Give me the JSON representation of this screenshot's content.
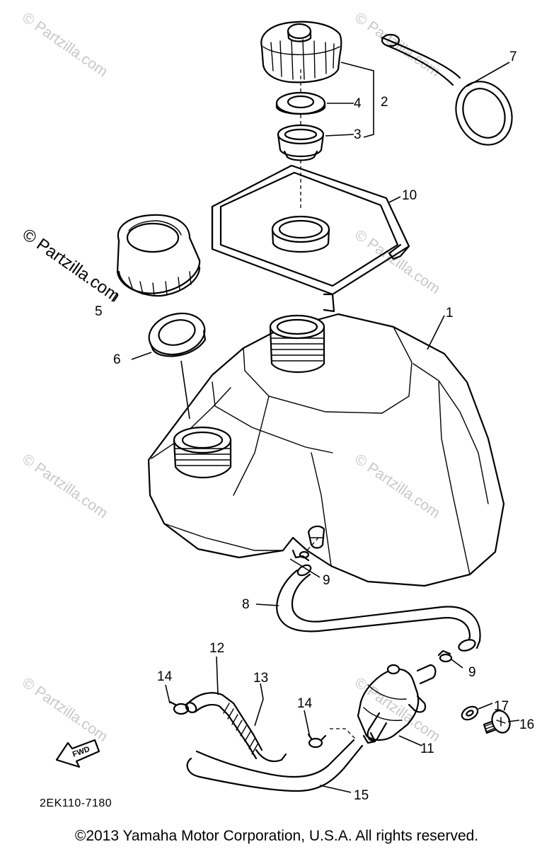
{
  "diagram": {
    "watermarks": [
      "© Partzilla.com",
      "© Partzilla.com",
      "© Partzilla.com",
      "© Partzilla.com",
      "© Partzilla.com",
      "© Partzilla.com",
      "© Partzilla.com",
      "© Partzilla.com"
    ],
    "callouts": [
      "1",
      "2",
      "3",
      "4",
      "5",
      "6",
      "7",
      "8",
      "9",
      "9",
      "10",
      "11",
      "12",
      "13",
      "14",
      "14",
      "15",
      "16",
      "17"
    ],
    "fwd_label": "FWD",
    "diagram_code": "2EK110-7180",
    "copyright": "©2013 Yamaha Motor Corporation, U.S.A. All rights reserved."
  }
}
